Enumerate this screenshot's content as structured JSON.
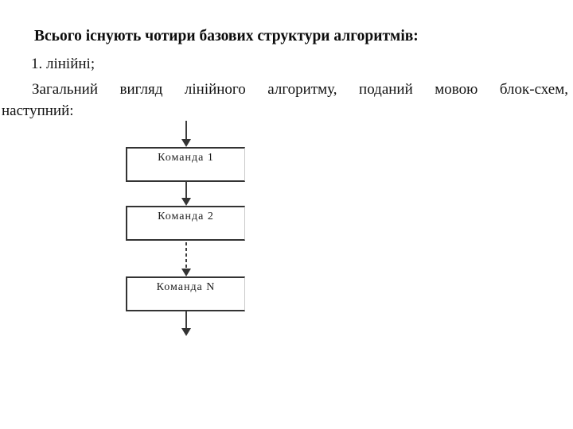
{
  "slide": {
    "heading": "Всього існують чотири базових структури алгоритмів:",
    "list_item": "1. лінійні;",
    "paragraph": {
      "line1": "Загальний вигляд лінійного алгоритму, поданий мовою блок-схем,",
      "line2": "наступний:"
    }
  },
  "flowchart": {
    "type": "linear-algorithm-block-scheme",
    "boxes": [
      {
        "label": "Команда 1"
      },
      {
        "label": "Команда 2"
      },
      {
        "label": "Команда N"
      }
    ],
    "connectors": [
      {
        "from": "start",
        "to": "Команда 1",
        "style": "solid-arrow"
      },
      {
        "from": "Команда 1",
        "to": "Команда 2",
        "style": "solid-arrow"
      },
      {
        "from": "Команда 2",
        "to": "Команда N",
        "style": "dashed-arrow"
      },
      {
        "from": "Команда N",
        "to": "end",
        "style": "solid-arrow"
      }
    ]
  },
  "colors": {
    "background": "#ffffff",
    "text": "#111111",
    "diagram_line": "#3d3d3d",
    "box_border": "#333333"
  }
}
